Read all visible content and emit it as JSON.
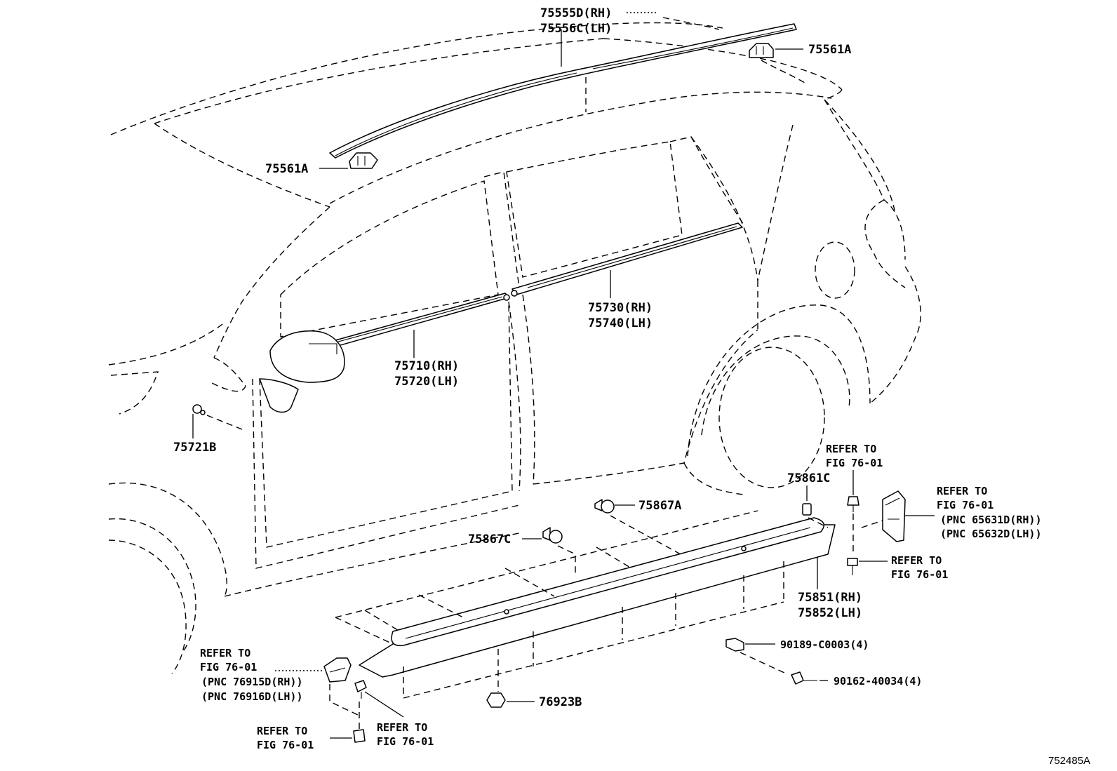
{
  "diagram_id": "752485A",
  "labels": {
    "roof_rail_rh": "75555D(RH)",
    "roof_rail_lh": "75556C(LH)",
    "clip_rear": "75561A",
    "clip_front": "75561A",
    "front_belt_rh": "75710(RH)",
    "front_belt_lh": "75720(LH)",
    "rear_belt_rh": "75730(RH)",
    "rear_belt_lh": "75740(LH)",
    "clip_75721b": "75721B",
    "rocker_rh": "75851(RH)",
    "rocker_lh": "75852(LH)",
    "clip_75861c": "75861C",
    "clip_75867a": "75867A",
    "clip_75867c": "75867C",
    "clip_76923b": "76923B",
    "nut_90189": "90189-C0003(4)",
    "screw_90162": "90162-40034(4)"
  },
  "refs": {
    "refer_to": "REFER TO",
    "fig": "FIG 76-01",
    "pnc_65631d": "(PNC 65631D(RH))",
    "pnc_65632d": "(PNC 65632D(LH))",
    "pnc_76915d": "(PNC 76915D(RH))",
    "pnc_76916d": "(PNC 76916D(LH))"
  }
}
